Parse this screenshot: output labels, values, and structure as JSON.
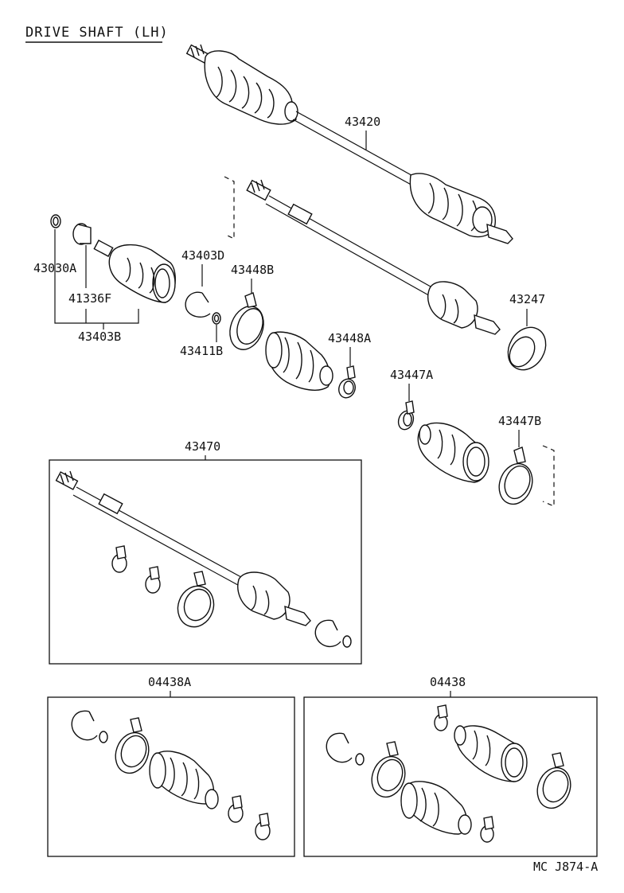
{
  "title": "DRIVE SHAFT (LH)",
  "footer_code": "MC  J874-A",
  "parts": {
    "p43420": "43420",
    "p43030A": "43030A",
    "p41336F": "41336F",
    "p43403B": "43403B",
    "p43403D": "43403D",
    "p43448B": "43448B",
    "p43411B": "43411B",
    "p43448A": "43448A",
    "p43247": "43247",
    "p43447A": "43447A",
    "p43447B": "43447B",
    "p43470": "43470",
    "p04438A": "04438A",
    "p04438": "04438"
  }
}
